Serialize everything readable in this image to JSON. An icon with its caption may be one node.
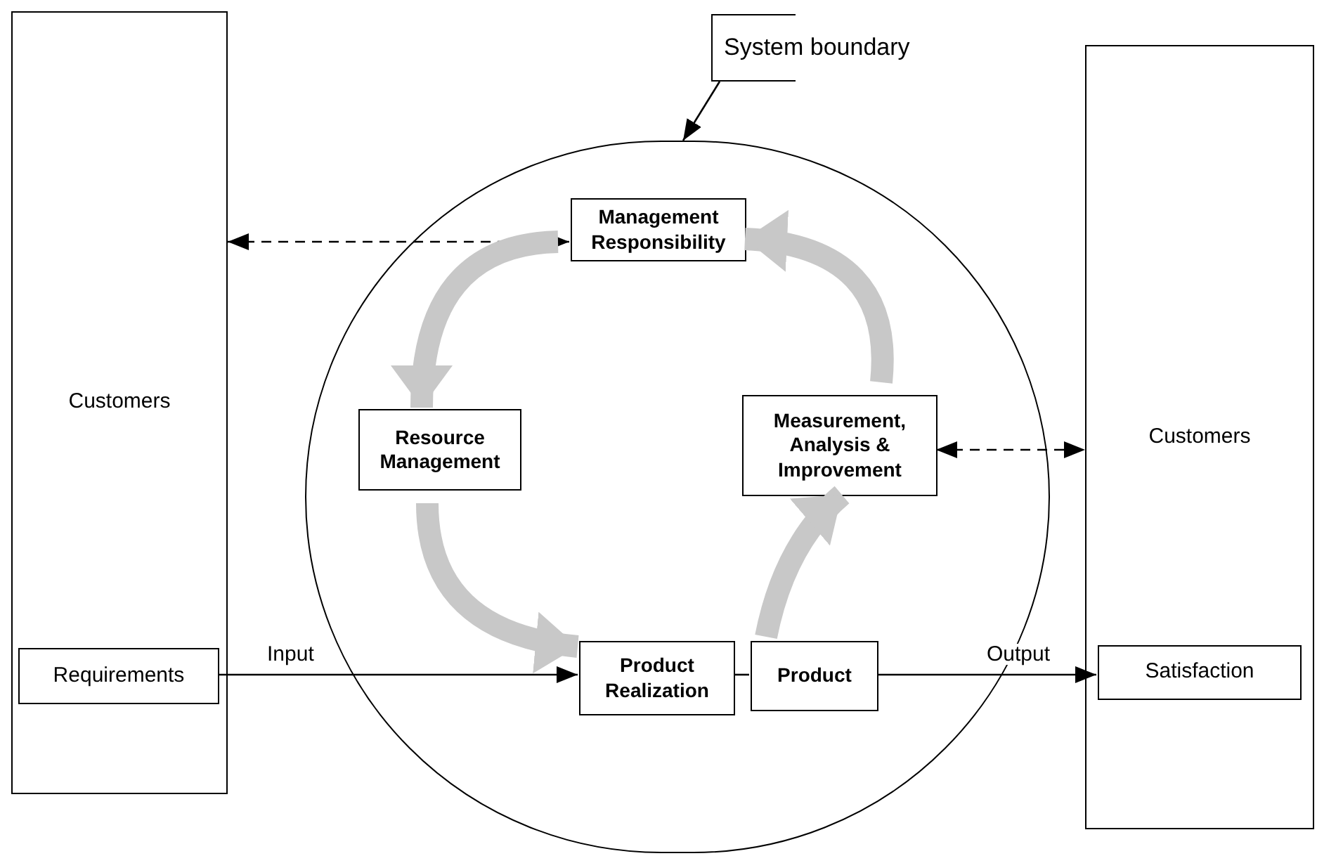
{
  "diagram": {
    "nodes": [
      {
        "text": [
          "Customers"
        ]
      },
      {
        "text": [
          "Requirements"
        ],
        "in": 0
      },
      {
        "text": [
          "System boundary"
        ]
      },
      {
        "text": [],
        "shape": "circle"
      },
      {
        "text": [
          "Management Responsibility"
        ],
        "in": 3
      },
      {
        "text": [
          "Resource Management"
        ],
        "in": 3
      },
      {
        "text": [
          "Measurement, Analysis & Improvement"
        ],
        "in": 3
      },
      {
        "text": [
          "Product Realization"
        ],
        "in": 3
      },
      {
        "text": [
          "Product"
        ],
        "in": 3
      },
      {
        "text": [
          "Customers"
        ]
      },
      {
        "text": [
          "Satisfaction"
        ],
        "in": 9
      }
    ],
    "edges": [
      {
        "from": 0,
        "to": 4,
        "arrow": "both",
        "style": "dashed"
      },
      {
        "from": 6,
        "to": 9,
        "arrow": "both",
        "style": "dashed"
      },
      {
        "from": 1,
        "to": 7,
        "arrow": "to",
        "label": "Input"
      },
      {
        "from": 7,
        "to": 8,
        "arrow": "none"
      },
      {
        "from": 8,
        "to": 10,
        "arrow": "to",
        "label": "Output"
      },
      {
        "from": 2,
        "to": 3,
        "arrow": "to"
      },
      {
        "from": 4,
        "to": 5,
        "arrow": "to",
        "style": "thick",
        "color": "#c8c8c8"
      },
      {
        "from": 5,
        "to": 7,
        "arrow": "to",
        "style": "thick",
        "color": "#c8c8c8"
      },
      {
        "from": 8,
        "to": 6,
        "arrow": "to",
        "style": "thick",
        "color": "#c8c8c8"
      },
      {
        "from": 6,
        "to": 4,
        "arrow": "to",
        "style": "thick",
        "color": "#c8c8c8"
      }
    ]
  }
}
